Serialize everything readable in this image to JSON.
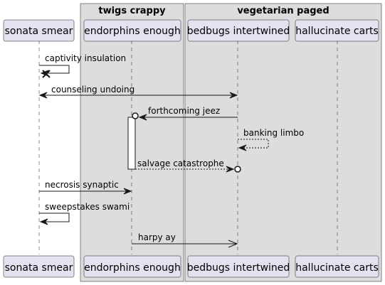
{
  "boxes": [
    {
      "id": "b1",
      "title": "twigs crappy"
    },
    {
      "id": "b2",
      "title": "vegetarian paged"
    }
  ],
  "participants": [
    {
      "id": "p1",
      "label": "sonata smear"
    },
    {
      "id": "p2",
      "label": "endorphins enough"
    },
    {
      "id": "p3",
      "label": "bedbugs intertwined"
    },
    {
      "id": "p4",
      "label": "hallucinate carts"
    }
  ],
  "messages": [
    {
      "id": "m1",
      "label": "captivity insulation",
      "from": "p1",
      "to": "p1",
      "style": "self-destroy"
    },
    {
      "id": "m2",
      "label": "counseling undoing",
      "from": "p1",
      "to": "p3",
      "style": "bidirectional"
    },
    {
      "id": "m3",
      "label": "forthcoming jeez",
      "from": "p3",
      "to": "p2",
      "style": "circle-arrow"
    },
    {
      "id": "m4",
      "label": "banking limbo",
      "from": "p3",
      "to": "p3",
      "style": "self-dashed"
    },
    {
      "id": "m5",
      "label": "salvage catastrophe",
      "from": "p2",
      "to": "p3",
      "style": "dashed-arrow-circle"
    },
    {
      "id": "m6",
      "label": "necrosis synaptic",
      "from": "p1",
      "to": "p2",
      "style": "solid"
    },
    {
      "id": "m7",
      "label": "sweepstakes swami",
      "from": "p1",
      "to": "p1",
      "style": "self-solid"
    },
    {
      "id": "m8",
      "label": "harpy ay",
      "from": "p2",
      "to": "p3",
      "style": "open-arrow"
    }
  ],
  "colors": {
    "participant_fill": "#e2e2f0",
    "box_fill": "#dddddd",
    "line": "#181818"
  }
}
